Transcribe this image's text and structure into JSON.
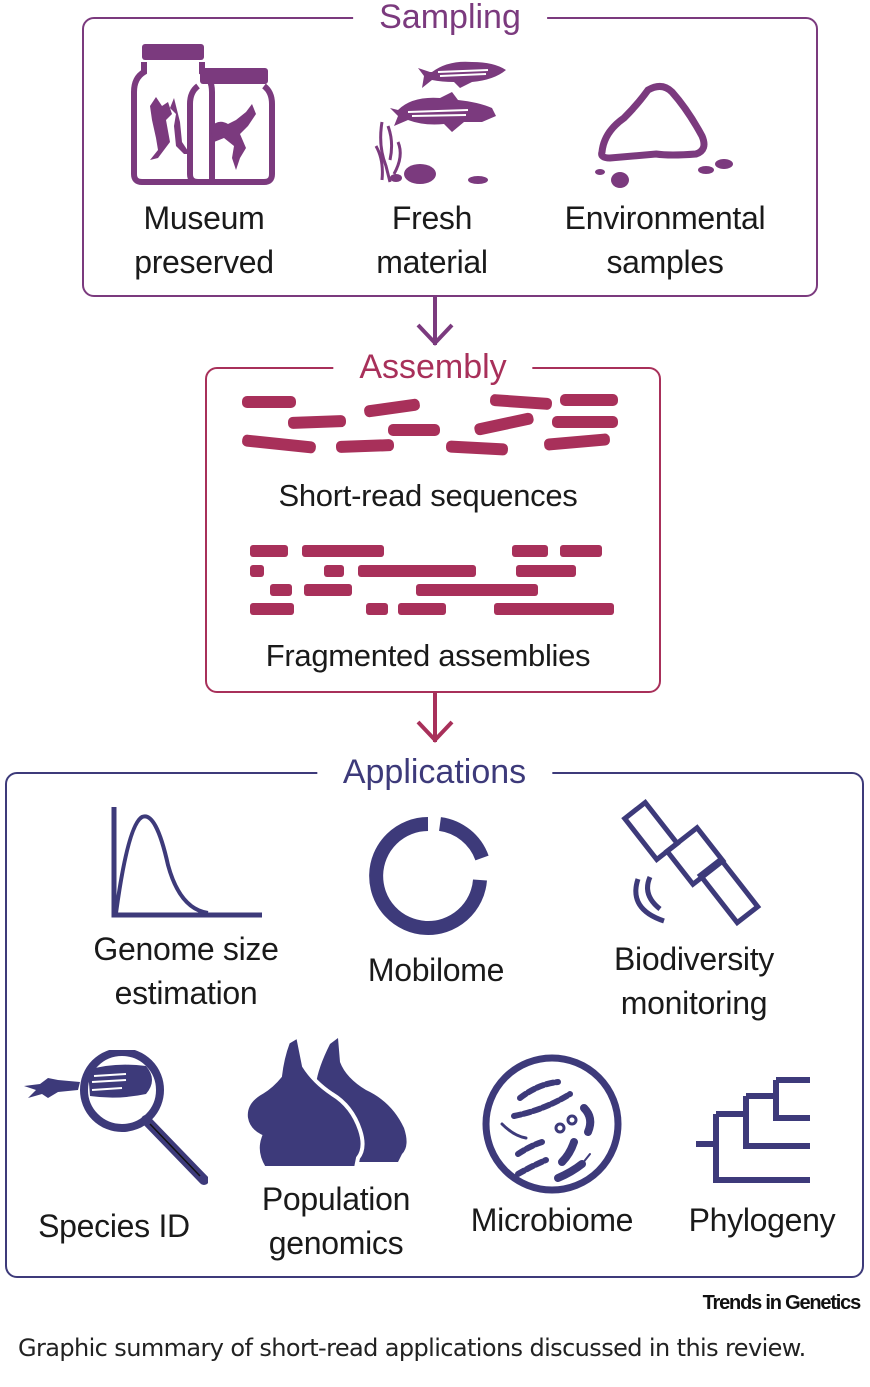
{
  "colors": {
    "sampling": "#7b3a7e",
    "assembly": "#a8305a",
    "applications": "#3d3a7a",
    "text": "#1a1a1a"
  },
  "sampling": {
    "title": "Sampling",
    "items": [
      {
        "icon": "specimen-jars-icon",
        "line1": "Museum",
        "line2": "preserved"
      },
      {
        "icon": "fish-icon",
        "line1": "Fresh",
        "line2": "material"
      },
      {
        "icon": "soil-pile-icon",
        "line1": "Environmental",
        "line2": "samples"
      }
    ]
  },
  "assembly": {
    "title": "Assembly",
    "items": [
      {
        "icon": "short-reads-icon",
        "label": "Short-read sequences"
      },
      {
        "icon": "fragmented-assembly-icon",
        "label": "Fragmented assemblies"
      }
    ]
  },
  "applications": {
    "title": "Applications",
    "items": [
      {
        "icon": "genome-size-curve-icon",
        "line1": "Genome size",
        "line2": "estimation"
      },
      {
        "icon": "mobilome-ring-icon",
        "line1": "Mobilome",
        "line2": ""
      },
      {
        "icon": "satellite-icon",
        "line1": "Biodiversity",
        "line2": "monitoring"
      },
      {
        "icon": "magnifier-icon",
        "line1": "Species ID",
        "line2": ""
      },
      {
        "icon": "rabbits-icon",
        "line1": "Population",
        "line2": "genomics"
      },
      {
        "icon": "petri-dish-icon",
        "line1": "Microbiome",
        "line2": ""
      },
      {
        "icon": "phylogeny-tree-icon",
        "line1": "Phylogeny",
        "line2": ""
      }
    ]
  },
  "credit": "Trends in Genetics",
  "caption": "Graphic summary of short-read applications discussed in this review."
}
